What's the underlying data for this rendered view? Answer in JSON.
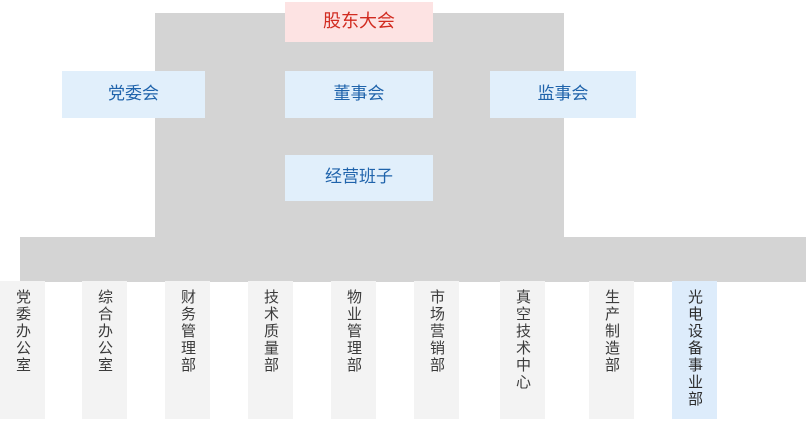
{
  "chart_data": {
    "type": "diagram",
    "title": "",
    "diagram_kind": "organization-chart",
    "orientation": "top-down",
    "levels": [
      {
        "level": 1,
        "nodes": [
          "股东大会"
        ]
      },
      {
        "level": 2,
        "nodes": [
          "党委会",
          "董事会",
          "监事会"
        ]
      },
      {
        "level": 3,
        "nodes": [
          "经营班子"
        ]
      },
      {
        "level": 4,
        "nodes": [
          "党委办公室",
          "综合办公室",
          "财务管理部",
          "技术质量部",
          "物业管理部",
          "市场营销部",
          "真空技术中心",
          "生产制造部",
          "光电设备事业部"
        ]
      }
    ]
  },
  "colors": {
    "connector_gray": "#d4d4d4",
    "top_node_fill": "#fde3e3",
    "top_node_text": "#d12b20",
    "blue_node_fill": "#e1effb",
    "blue_node_text": "#1f63ab",
    "leaf_fill": "#f3f3f3",
    "leaf_text": "#3b3b3b",
    "leaf_highlight_fill": "#ddecfb",
    "canvas": "#ffffff"
  },
  "top_node": {
    "label": "股东大会"
  },
  "governance_row": {
    "left": {
      "label": "党委会"
    },
    "center": {
      "label": "董事会"
    },
    "right": {
      "label": "监事会"
    }
  },
  "management_node": {
    "label": "经营班子"
  },
  "departments": [
    {
      "label": "党委办公室",
      "highlight": false
    },
    {
      "label": "综合办公室",
      "highlight": false
    },
    {
      "label": "财务管理部",
      "highlight": false
    },
    {
      "label": "技术质量部",
      "highlight": false
    },
    {
      "label": "物业管理部",
      "highlight": false
    },
    {
      "label": "市场营销部",
      "highlight": false
    },
    {
      "label": "真空技术中心",
      "highlight": false
    },
    {
      "label": "生产制造部",
      "highlight": false
    },
    {
      "label": "光电设备事业部",
      "highlight": true
    }
  ]
}
